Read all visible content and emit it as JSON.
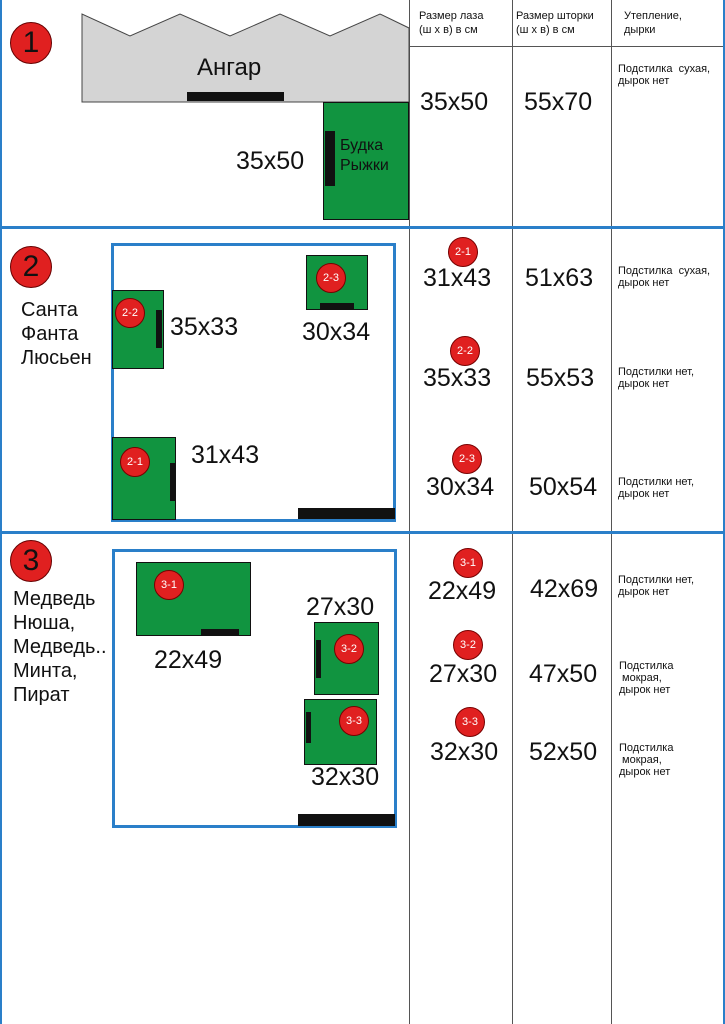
{
  "columns": {
    "hole": "Размер лаза\n(ш х в) в см",
    "curtain": "Размер шторки\n(ш х в) в см",
    "insulation": "Утепление,\nдырки"
  },
  "section1": {
    "number": "1",
    "hangar": "Ангар",
    "booth_name": "Будка\nРыжки",
    "booth_hole": "35x50",
    "row": {
      "hole": "35x50",
      "curtain": "55x70",
      "note": "Подстилка  сухая,\nдырок нет"
    }
  },
  "section2": {
    "number": "2",
    "pets": "Санта\nФанта\nЛюсьен",
    "booths": [
      {
        "id": "2-1",
        "dim": "31x43"
      },
      {
        "id": "2-2",
        "dim": "35x33"
      },
      {
        "id": "2-3",
        "dim": "30x34"
      }
    ],
    "rows": [
      {
        "id": "2-1",
        "hole": "31x43",
        "curtain": "51x63",
        "note": "Подстилка  сухая,\nдырок нет"
      },
      {
        "id": "2-2",
        "hole": "35x33",
        "curtain": "55x53",
        "note": "Подстилки нет,\nдырок нет"
      },
      {
        "id": "2-3",
        "hole": "30x34",
        "curtain": "50x54",
        "note": "Подстилки нет,\nдырок нет"
      }
    ]
  },
  "section3": {
    "number": "3",
    "pets": "Медведь\nНюша,\nМедведь..\nМинта,\nПират",
    "booths": [
      {
        "id": "3-1",
        "dim": "22x49"
      },
      {
        "id": "3-2",
        "dim": "27x30"
      },
      {
        "id": "3-3",
        "dim": "32x30"
      }
    ],
    "rows": [
      {
        "id": "3-1",
        "hole": "22x49",
        "curtain": "42x69",
        "note": "Подстилки нет,\nдырок нет"
      },
      {
        "id": "3-2",
        "hole": "27x30",
        "curtain": "47x50",
        "note": "Подстилка\n мокрая,\nдырок нет"
      },
      {
        "id": "3-3",
        "hole": "32x30",
        "curtain": "52x50",
        "note": "Подстилка\n мокрая,\nдырок нет"
      }
    ]
  }
}
